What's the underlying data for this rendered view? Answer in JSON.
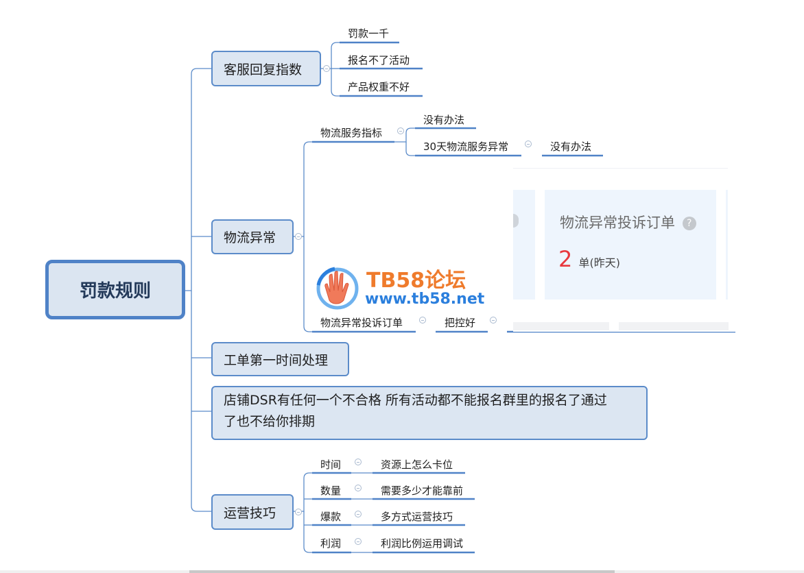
{
  "root": "罚款规则",
  "branches": {
    "kefu": {
      "label": "客服回复指数",
      "children": [
        "罚款一千",
        "报名不了活动",
        "产品权重不好"
      ]
    },
    "wuliu": {
      "label": "物流异常",
      "service": {
        "label": "物流服务指标",
        "child1": "没有办法",
        "child2": "30天物流服务异常",
        "child2_leaf": "没有办法"
      },
      "complaint": {
        "label": "物流异常投诉订单",
        "leaf": "把控好"
      }
    },
    "gongdan": {
      "label": "工单第一时间处理"
    },
    "dsr": {
      "label_line1": "店铺DSR有任何一个不合格 所有活动都不能报名群里的报名了通过",
      "label_line2": "了也不给你排期"
    },
    "yunying": {
      "label": "运营技巧",
      "items": [
        {
          "label": "时间",
          "leaf": "资源上怎么卡位"
        },
        {
          "label": "数量",
          "leaf": "需要多少才能靠前"
        },
        {
          "label": "爆款",
          "leaf": "多方式运营技巧"
        },
        {
          "label": "利润",
          "leaf": "利润比例运用调试"
        }
      ]
    }
  },
  "screenshot": {
    "title": "物流异常投诉订单",
    "value": "2",
    "unit": "单(昨天)"
  },
  "watermark": {
    "title": "TB58论坛",
    "url": "www.tb58.net"
  },
  "colors": {
    "line": "#5b8bc9",
    "node_fill": "#dce6f2",
    "accent_red": "#e8383d",
    "watermark_orange": "#ef7b2c",
    "watermark_blue": "#2b7fdd"
  }
}
